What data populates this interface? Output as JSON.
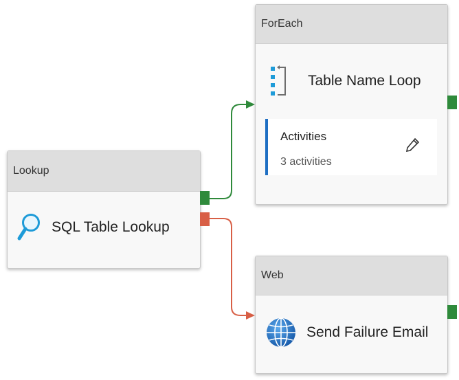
{
  "activities": {
    "lookup": {
      "type": "Lookup",
      "name": "SQL Table Lookup",
      "icon": "magnifier-icon"
    },
    "foreach": {
      "type": "ForEach",
      "name": "Table Name Loop",
      "icon": "foreach-loop-icon",
      "inner": {
        "title": "Activities",
        "count": "3 activities",
        "edit_icon": "pencil-icon"
      }
    },
    "web": {
      "type": "Web",
      "name": "Send Failure Email",
      "icon": "globe-icon"
    }
  },
  "connections": [
    {
      "from": "lookup",
      "to": "foreach",
      "condition": "success",
      "color": "#2f8a3b"
    },
    {
      "from": "lookup",
      "to": "web",
      "condition": "failure",
      "color": "#d85f46"
    }
  ],
  "colors": {
    "success": "#2f8a3b",
    "failure": "#d85f46",
    "accent": "#1f6fc3",
    "header_bg": "#dedede",
    "card_bg": "#f8f8f8"
  }
}
